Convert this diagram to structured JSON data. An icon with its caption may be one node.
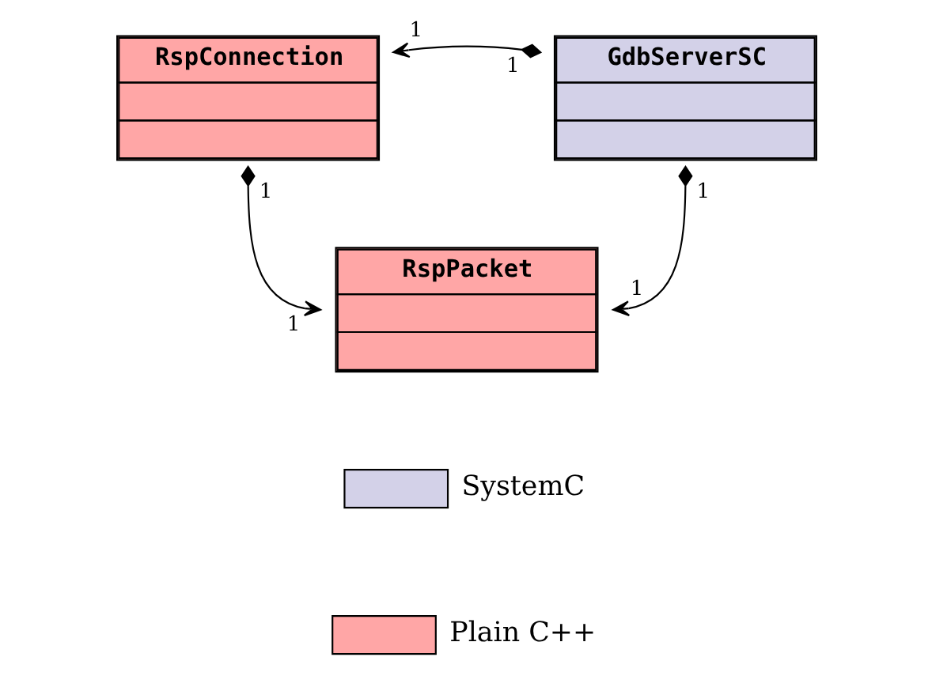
{
  "diagram": {
    "nodes": [
      {
        "text": [
          "RspConnection"
        ]
      },
      {
        "text": [
          "GdbServerSC"
        ]
      },
      {
        "text": [
          "RspPacket"
        ]
      }
    ],
    "edges": [
      {
        "from": 1,
        "to": 0,
        "arrow": "to"
      },
      {
        "from": 0,
        "to": 2,
        "arrow": "to"
      },
      {
        "from": 1,
        "to": 2,
        "arrow": "to"
      }
    ],
    "labels": [
      "1",
      "1",
      "1",
      "1",
      "1",
      "1"
    ],
    "legend": [
      {
        "text": "SystemC",
        "color": "#d3d1e8"
      },
      {
        "text": "Plain C++",
        "color": "#ffa6a6"
      }
    ]
  }
}
